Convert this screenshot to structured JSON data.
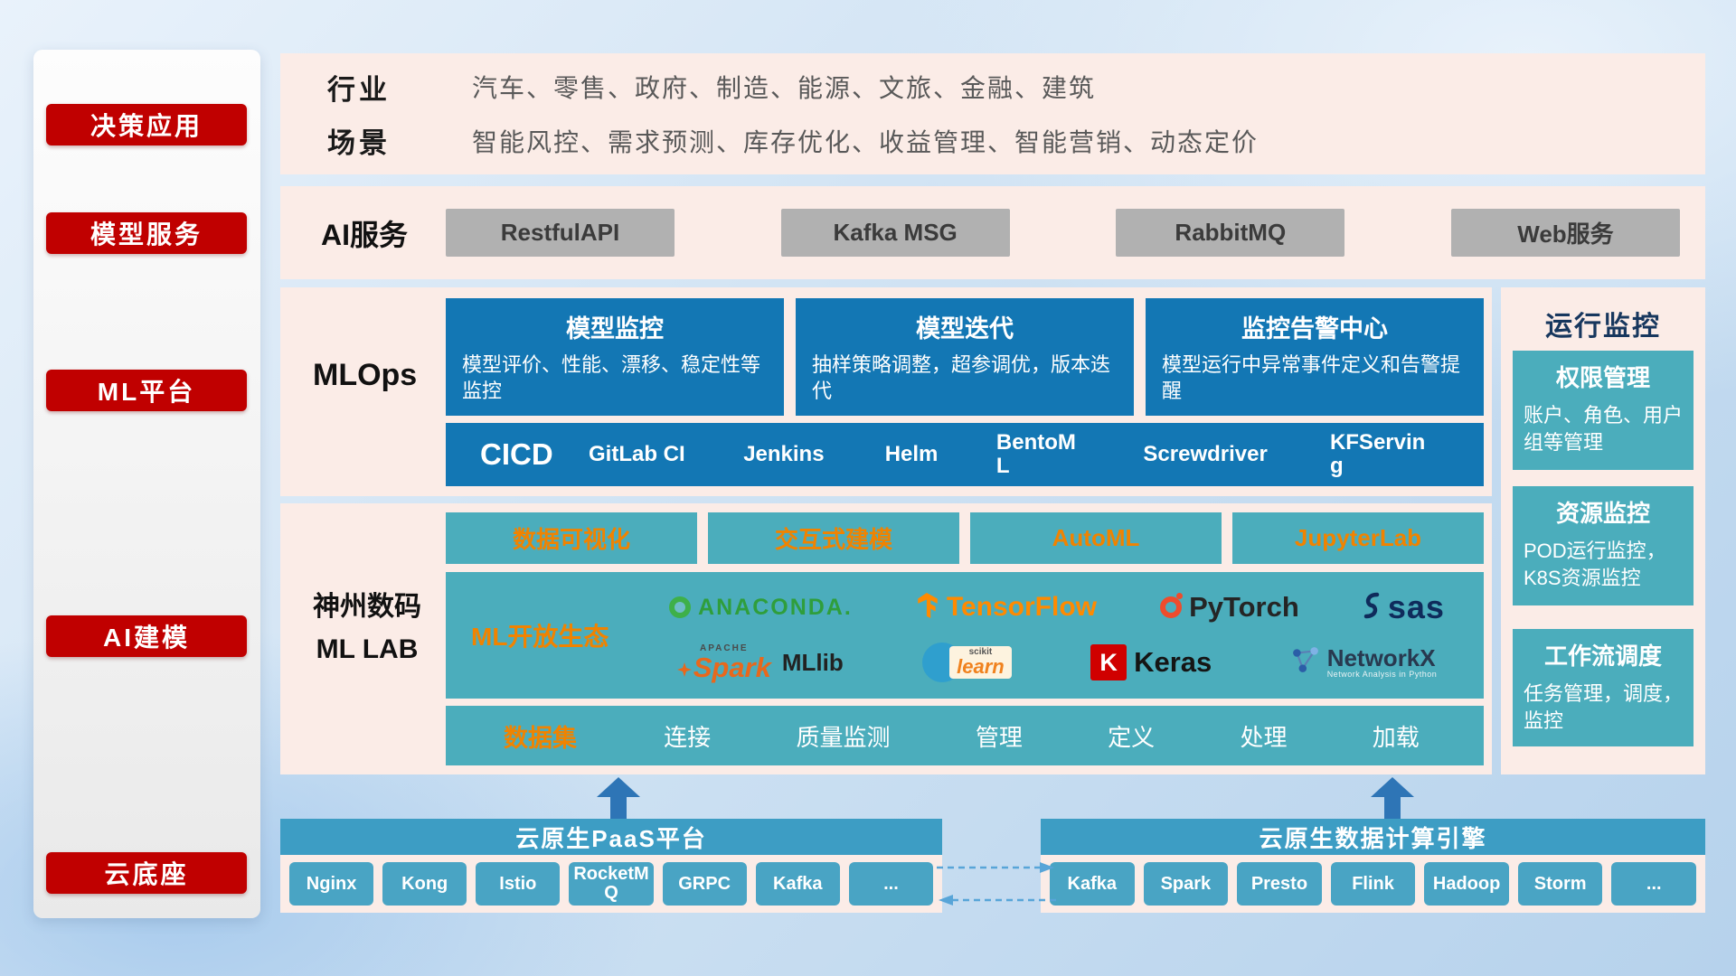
{
  "sidebar": {
    "items": [
      {
        "label": "决策应用"
      },
      {
        "label": "模型服务"
      },
      {
        "label": "ML平台"
      },
      {
        "label": "AI建模"
      },
      {
        "label": "云底座"
      }
    ]
  },
  "industry": {
    "rows": [
      {
        "label": "行业",
        "text": "汽车、零售、政府、制造、能源、文旅、金融、建筑"
      },
      {
        "label": "场景",
        "text": "智能风控、需求预测、库存优化、收益管理、智能营销、动态定价"
      }
    ]
  },
  "ai_service": {
    "label": "AI服务",
    "items": [
      "RestfulAPI",
      "Kafka MSG",
      "RabbitMQ",
      "Web服务"
    ]
  },
  "mlops": {
    "label": "MLOps",
    "cards": [
      {
        "title": "模型监控",
        "desc": "模型评价、性能、漂移、稳定性等监控"
      },
      {
        "title": "模型迭代",
        "desc": "抽样策略调整，超参调优，版本迭代"
      },
      {
        "title": "监控告警中心",
        "desc": "模型运行中异常事件定义和告警提醒"
      }
    ],
    "cicd_label": "CICD",
    "cicd_items": [
      "GitLab CI",
      "Jenkins",
      "Helm",
      "BentoML",
      "Screwdriver",
      "KFServing"
    ]
  },
  "mllab": {
    "label_line1": "神州数码",
    "label_line2": "ML LAB",
    "tools": [
      "数据可视化",
      "交互式建模",
      "AutoML",
      "JupyterLab"
    ],
    "eco_label": "ML开放生态",
    "logos": {
      "anaconda": "ANACONDA.",
      "tensorflow": "TensorFlow",
      "pytorch": "PyTorch",
      "sas": "sas",
      "spark_apache": "APACHE",
      "spark": "Spark",
      "mllib": "MLlib",
      "scikit_top": "scikit",
      "scikit": "learn",
      "keras_k": "K",
      "keras": "Keras",
      "networkx": "NetworkX",
      "networkx_sub": "Network Analysis in Python"
    },
    "dataset_label": "数据集",
    "dataset_items": [
      "连接",
      "质量监测",
      "管理",
      "定义",
      "处理",
      "加载"
    ]
  },
  "monitoring": {
    "title": "运行监控",
    "cards": [
      {
        "title": "权限管理",
        "desc": "账户、角色、用户组等管理"
      },
      {
        "title": "资源监控",
        "desc": "POD运行监控，K8S资源监控"
      },
      {
        "title": "工作流调度",
        "desc": "任务管理，调度，监控"
      }
    ]
  },
  "cloud": {
    "paas_title": "云原生PaaS平台",
    "paas_items": [
      "Nginx",
      "Kong",
      "Istio",
      "RocketMQ",
      "GRPC",
      "Kafka",
      "..."
    ],
    "engine_title": "云原生数据计算引擎",
    "engine_items": [
      "Kafka",
      "Spark",
      "Presto",
      "Flink",
      "Hadoop",
      "Storm",
      "..."
    ]
  },
  "colors": {
    "red_accent": "#c00000",
    "pink_panel": "#fbece7",
    "blue_card": "#1377b4",
    "teal_card": "#4badbc",
    "teal_header": "#3d9dc4",
    "orange_text": "#f08300"
  }
}
